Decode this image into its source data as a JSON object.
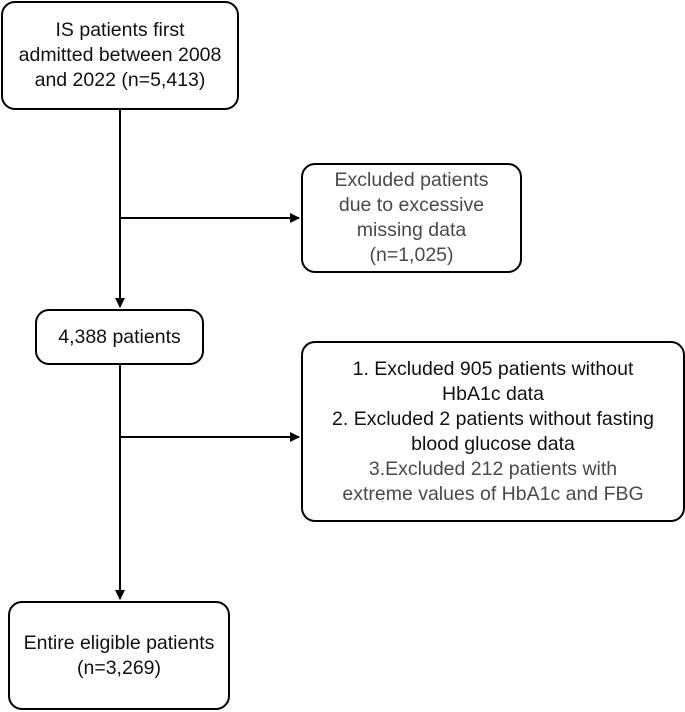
{
  "flowchart": {
    "start_box": {
      "lines": [
        "IS patients first",
        "admitted between 2008",
        "and 2022 (n=5,413)"
      ]
    },
    "exclusion_1": {
      "lines": [
        "Excluded patients",
        "due to excessive",
        "missing data",
        "(n=1,025)"
      ]
    },
    "middle_box": {
      "lines": [
        "4,388 patients"
      ]
    },
    "exclusion_2": {
      "lines": [
        "1. Excluded 905 patients without",
        "HbA1c data",
        "2. Excluded 2 patients without fasting",
        "blood glucose data",
        "3.Excluded 212 patients with",
        "extreme values of HbA1c and FBG"
      ]
    },
    "final_box": {
      "lines": [
        "Entire eligible patients",
        "(n=3,269)"
      ]
    }
  }
}
